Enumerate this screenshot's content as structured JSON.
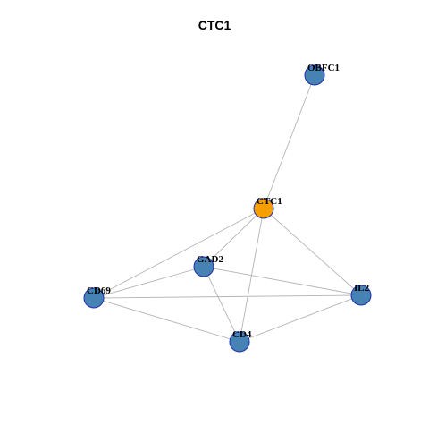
{
  "title": "CTC1",
  "colors": {
    "center_node": "#F5A000",
    "other_node": "#4682B4",
    "node_border": "#1F2FAE",
    "edge": "#B4B4B4"
  },
  "nodes": [
    {
      "id": "OBFC1",
      "label": "OBFC1",
      "role": "other"
    },
    {
      "id": "CTC1",
      "label": "CTC1",
      "role": "center"
    },
    {
      "id": "GAD2",
      "label": "GAD2",
      "role": "other"
    },
    {
      "id": "CD69",
      "label": "CD69",
      "role": "other"
    },
    {
      "id": "IL2",
      "label": "IL2",
      "role": "other"
    },
    {
      "id": "CD4",
      "label": "CD4",
      "role": "other"
    }
  ],
  "edges": [
    [
      "OBFC1",
      "CTC1"
    ],
    [
      "CTC1",
      "GAD2"
    ],
    [
      "CTC1",
      "CD69"
    ],
    [
      "CTC1",
      "IL2"
    ],
    [
      "CTC1",
      "CD4"
    ],
    [
      "GAD2",
      "CD69"
    ],
    [
      "GAD2",
      "IL2"
    ],
    [
      "GAD2",
      "CD4"
    ],
    [
      "CD69",
      "IL2"
    ],
    [
      "CD69",
      "CD4"
    ],
    [
      "IL2",
      "CD4"
    ]
  ]
}
